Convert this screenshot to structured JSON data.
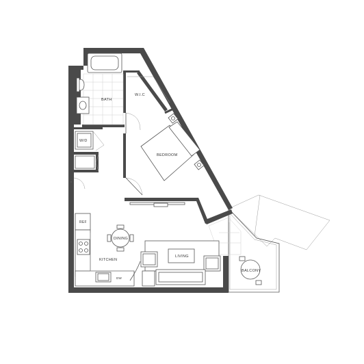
{
  "rooms": {
    "bath": "BATH",
    "wic": "W.I.C",
    "wd": "W/D",
    "bedroom": "BEDROOM",
    "ref": "REF",
    "dining": "DINING",
    "kitchen": "KITCHEN",
    "living": "LIVING",
    "balcony": "BALCONY",
    "dw": "DW"
  },
  "colors": {
    "wall": "#4a4a4a",
    "tile": "#cfcfcf",
    "line": "#555555"
  }
}
